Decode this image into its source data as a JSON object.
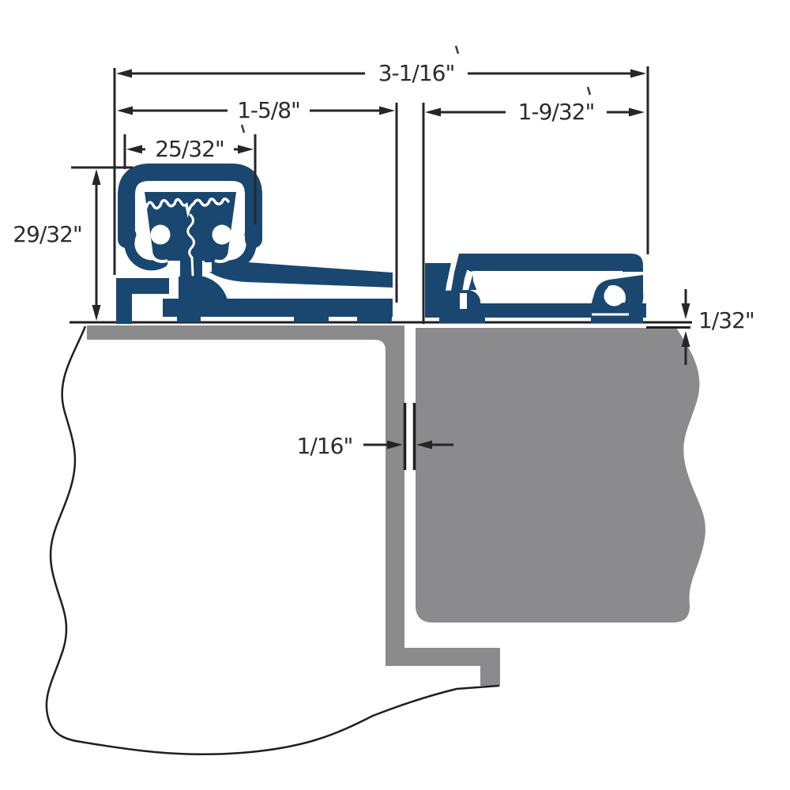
{
  "drawing": {
    "title": "Continuous gear hinge cross-section",
    "colors": {
      "profile_blue": "#1a4770",
      "material_gray": "#8b8b8d",
      "line_black": "#262626",
      "background": "#ffffff"
    },
    "dimensions": {
      "overall_width": "3-1/16\"",
      "frame_leaf_width": "1-5/8\"",
      "door_leaf_width": "1-9/32\"",
      "cap_width": "25/32\"",
      "profile_height": "29/32\"",
      "vertical_clearance": "1/32\"",
      "door_frame_gap": "1/16\""
    }
  }
}
